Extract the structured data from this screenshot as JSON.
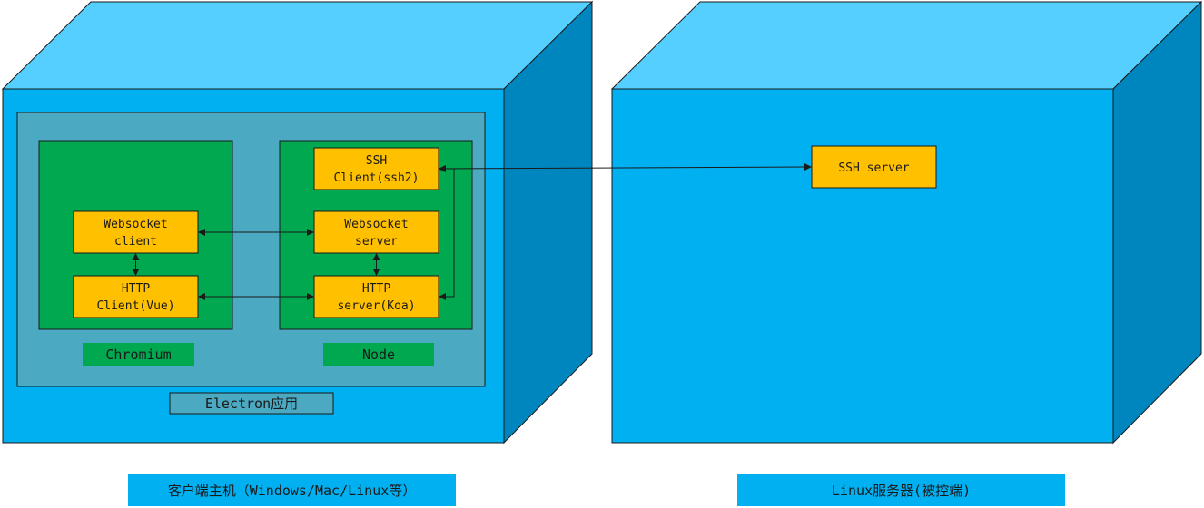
{
  "colors": {
    "cube_front": "#00b0f0",
    "cube_top": "#55cfff",
    "cube_side": "#0086bf",
    "electron_panel": "#4ba9c2",
    "runtime_panel": "#00a84f",
    "component": "#ffc000",
    "caption_bg": "#00b0f0",
    "stroke": "#1a1a1a"
  },
  "client_host": {
    "caption": "客户端主机（Windows/Mac/Linux等）",
    "electron_label": "Electron应用",
    "chromium": {
      "label": "Chromium",
      "websocket_client": [
        "Websocket",
        "client"
      ],
      "http_client": [
        "HTTP",
        "Client(Vue)"
      ]
    },
    "node": {
      "label": "Node",
      "ssh_client": [
        "SSH",
        "Client(ssh2)"
      ],
      "websocket_server": [
        "Websocket",
        "server"
      ],
      "http_server": [
        "HTTP",
        "server(Koa)"
      ]
    }
  },
  "server_host": {
    "caption": "Linux服务器(被控端)",
    "ssh_server": "SSH server"
  }
}
